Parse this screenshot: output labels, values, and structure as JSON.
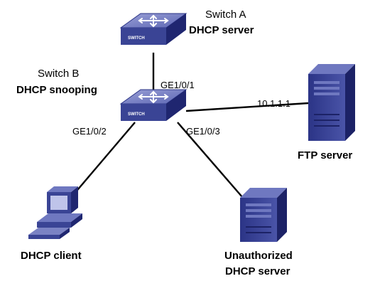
{
  "switch_a": {
    "name": "Switch A",
    "role": "DHCP server",
    "badge": "SWITCH",
    "icon": "switch-icon"
  },
  "switch_b": {
    "name": "Switch B",
    "role": "DHCP snooping",
    "badge": "SWITCH",
    "icon": "switch-icon"
  },
  "ports": {
    "b_to_a": "GE1/0/1",
    "b_to_client": "GE1/0/2",
    "b_to_unauthorized": "GE1/0/3"
  },
  "ftp_server": {
    "ip": "10.1.1.1",
    "name": "FTP server",
    "icon": "server-icon"
  },
  "dhcp_client": {
    "name": "DHCP client",
    "icon": "computer-icon"
  },
  "unauthorized_server": {
    "line1": "Unauthorized",
    "line2": "DHCP server",
    "icon": "server-icon"
  },
  "colors": {
    "device_top": "#7b83c4",
    "device_side": "#3a4495",
    "device_dark": "#1f2670",
    "link": "#000000"
  }
}
